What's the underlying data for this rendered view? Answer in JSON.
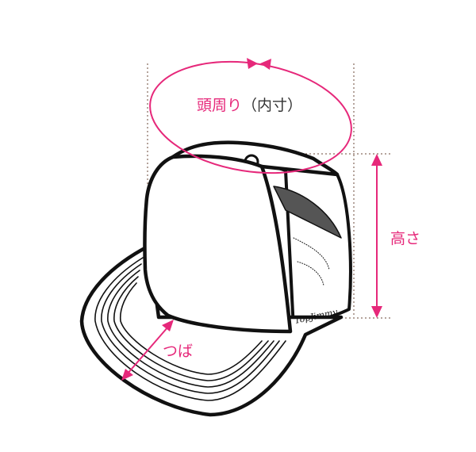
{
  "labels": {
    "head_circumference": "頭周り",
    "head_circumference_note": "（内寸）",
    "height": "高さ",
    "brim": "つば"
  },
  "logo": "TopJimmy",
  "colors": {
    "accent": "#e6287a",
    "guide": "#6b4a3a",
    "ink": "#111111"
  }
}
